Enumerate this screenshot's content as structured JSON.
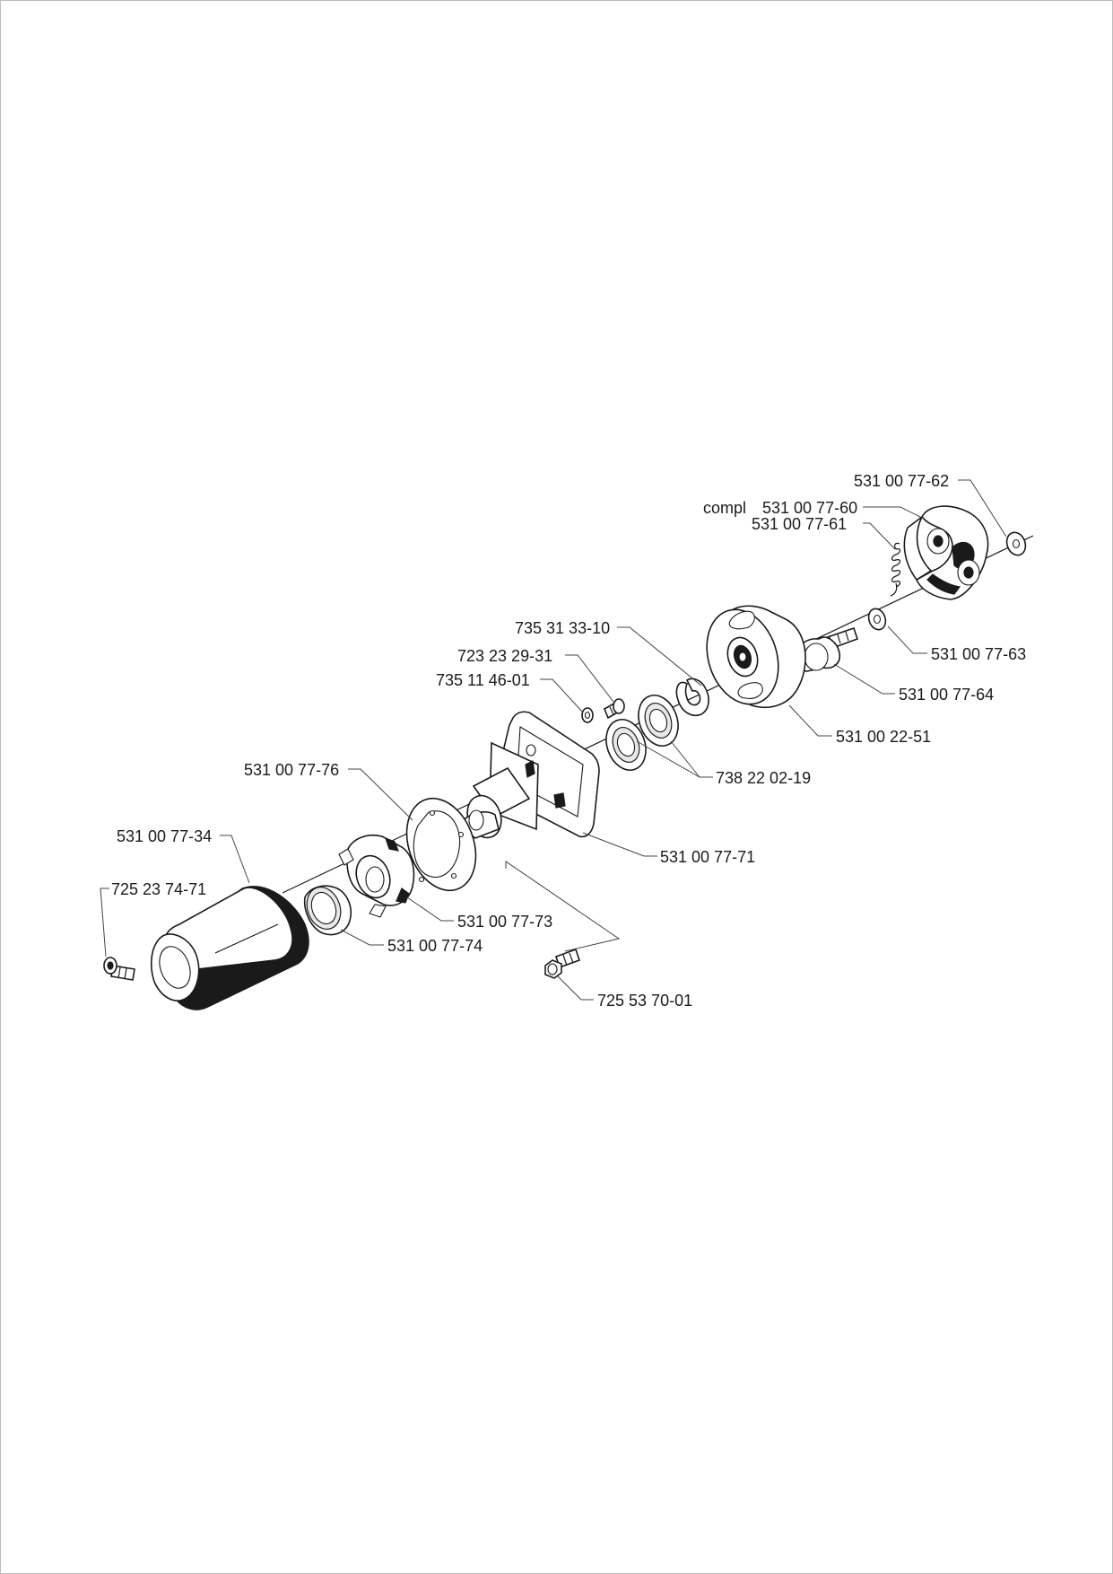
{
  "labels": {
    "p_531_00_77_62": "531 00 77-62",
    "compl": "compl",
    "p_531_00_77_60": "531 00 77-60",
    "p_531_00_77_61": "531 00 77-61",
    "p_735_31_33_10": "735 31 33-10",
    "p_723_23_29_31": "723 23 29-31",
    "p_735_11_46_01": "735 11 46-01",
    "p_531_00_77_63": "531 00 77-63",
    "p_531_00_77_64": "531 00 77-64",
    "p_531_00_22_51": "531 00 22-51",
    "p_531_00_77_76": "531 00 77-76",
    "p_738_22_02_19": "738 22 02-19",
    "p_531_00_77_34": "531 00 77-34",
    "p_531_00_77_71": "531 00 77-71",
    "p_725_23_74_71": "725 23 74-71",
    "p_531_00_77_73": "531 00 77-73",
    "p_531_00_77_74": "531 00 77-74",
    "p_725_53_70_01": "725 53 70-01"
  },
  "parts": [
    {
      "id": "washer-end",
      "name": "washer"
    },
    {
      "id": "clutch-shoes",
      "name": "clutch"
    },
    {
      "id": "clutch-spring",
      "name": "spring"
    },
    {
      "id": "clutch-drum",
      "name": "clutch drum"
    },
    {
      "id": "bolt",
      "name": "bolt"
    },
    {
      "id": "washer-small",
      "name": "washer"
    },
    {
      "id": "retaining-ring",
      "name": "retaining ring"
    },
    {
      "id": "screw-small",
      "name": "screw"
    },
    {
      "id": "circlip",
      "name": "circlip"
    },
    {
      "id": "ball-bearings",
      "name": "ball bearing"
    },
    {
      "id": "clutch-housing",
      "name": "clutch housing"
    },
    {
      "id": "gasket",
      "name": "gasket"
    },
    {
      "id": "vibration-damper",
      "name": "damper"
    },
    {
      "id": "sleeve",
      "name": "sleeve"
    },
    {
      "id": "tube-cover",
      "name": "cover"
    },
    {
      "id": "screw-cover",
      "name": "screw"
    },
    {
      "id": "screw-housing",
      "name": "screw"
    }
  ]
}
